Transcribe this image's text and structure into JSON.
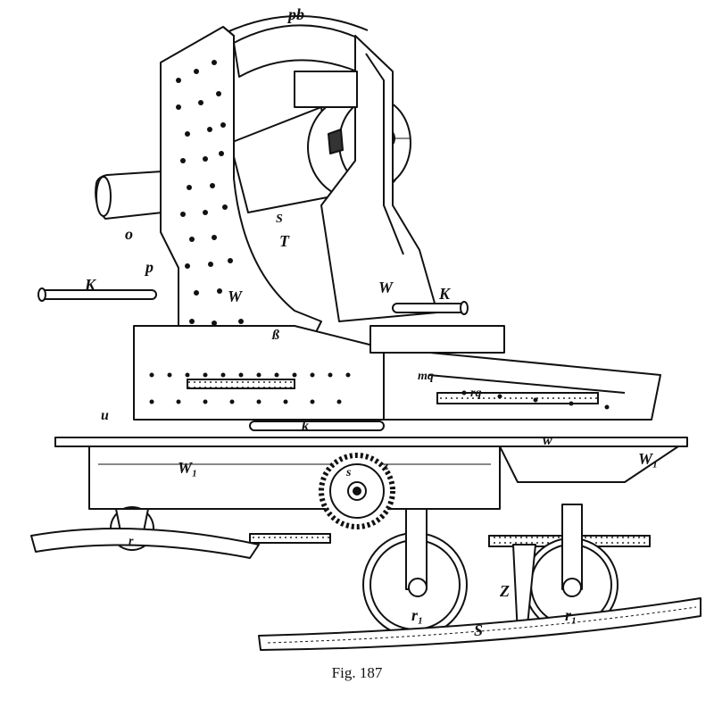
{
  "caption": "Fig. 187",
  "labels": {
    "pb": "pb",
    "o": "o",
    "p": "p",
    "K_left": "K",
    "K_right": "K",
    "W_left": "W",
    "W_right": "W",
    "T": "T",
    "S_top": "S",
    "ß": "ß",
    "mq": "mq",
    "rq": "rq",
    "k": "k",
    "u": "u",
    "W1_left": "W₁",
    "W1_right": "W₁",
    "s": "s",
    "z": "z",
    "w": "w",
    "r1_left": "r₁",
    "r1_right": "r₁",
    "Z": "Z",
    "S_rail": "S",
    "r_small": "r"
  }
}
